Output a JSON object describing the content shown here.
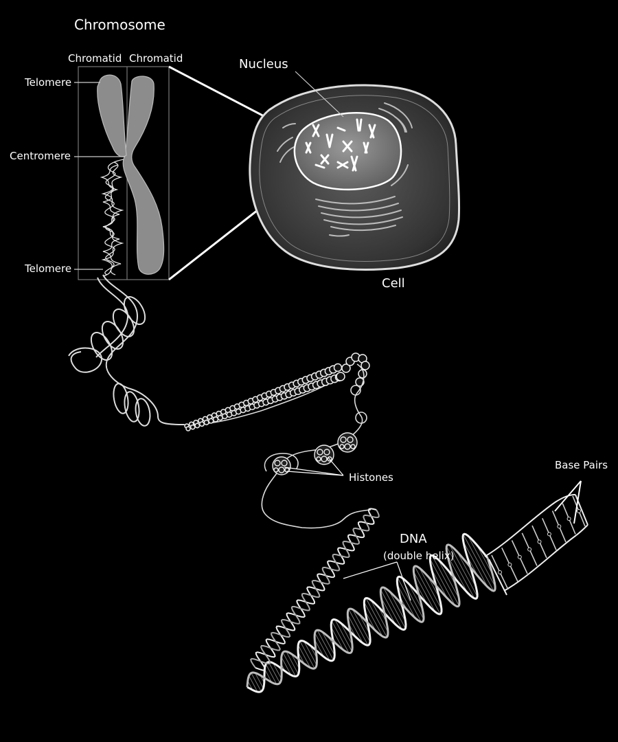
{
  "labels": {
    "chromosome": "Chromosome",
    "chromatid_left": "Chromatid",
    "chromatid_right": "Chromatid",
    "telomere_top": "Telomere",
    "centromere": "Centromere",
    "telomere_bottom": "Telomere",
    "nucleus": "Nucleus",
    "cell": "Cell",
    "histones": "Histones",
    "dna": "DNA",
    "dna_sub": "(double helix)",
    "base_pairs": "Base Pairs"
  },
  "colors": {
    "background": "#000000",
    "line": "#ffffff",
    "chromosome_fill": "#8a8a8a",
    "cell_fill": "#3a3a3a",
    "nucleus_fill": "#6e6e6e"
  }
}
